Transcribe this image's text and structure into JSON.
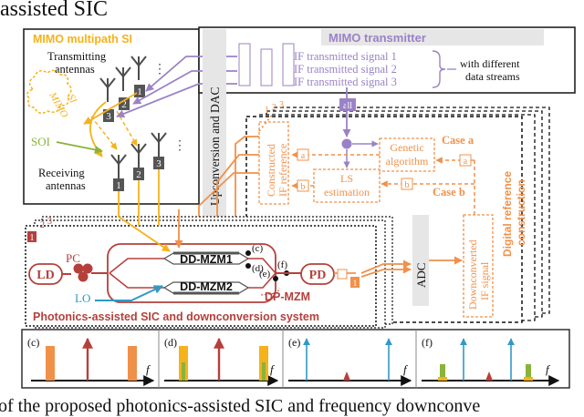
{
  "header": {
    "title_fragment": "assisted SIC"
  },
  "footer": {
    "caption_fragment": "of the proposed photonics-assisted SIC and frequency downconve"
  },
  "mimo_si": {
    "title": "MIMO multipath SI",
    "tx_antennas_label_1": "Transmitting",
    "tx_antennas_label_2": "antennas",
    "rx_antennas_label_1": "Receiving",
    "rx_antennas_label_2": "antennas",
    "cloud_label_1": "MIMO",
    "cloud_label_2": "SI",
    "soi_label": "SOI",
    "tx_numbers": [
      "1",
      "2",
      "3"
    ],
    "rx_numbers": [
      "1",
      "2",
      "3"
    ],
    "dots": "⋮"
  },
  "mimo_tx": {
    "title": "MIMO transmitter",
    "signals": [
      "IF transmitted signal 1",
      "IF transmitted signal 2",
      "IF transmitted signal 3"
    ],
    "note_1": "with different",
    "note_2": "data streams",
    "upconversion_label": "Upconversion and DAC",
    "all_tag": "all"
  },
  "digital": {
    "section_label_1": "Digital reference",
    "section_label_2": "construction",
    "constructed_ref_1": "Constructed",
    "constructed_ref_2": "IF reference",
    "genetic_1": "Genetic",
    "genetic_2": "algorithm",
    "ls_1": "LS",
    "ls_2": "estimation",
    "case_a": "Case a",
    "case_b": "Case b",
    "tag_a": "a",
    "tag_b": "b",
    "downconverted_1": "Downconverted",
    "downconverted_2": "IF signal",
    "stack_numbers": [
      "1",
      "2",
      "3"
    ]
  },
  "photonics": {
    "system_label": "Photonics-assisted SIC and downconversion system",
    "ld": "LD",
    "pc": "PC",
    "lo": "LO",
    "pd": "PD",
    "mzm1": "DD-MZM1",
    "mzm2": "DD-MZM2",
    "dp_mzm": "DP-MZM",
    "adc": "ADC",
    "point_c": "(c)",
    "point_d": "(d)",
    "point_e": "(e)",
    "point_f": "(f)",
    "stack_numbers": [
      "1",
      "2",
      "3"
    ],
    "pd_tag": "1"
  },
  "spectra": {
    "panels": [
      "(c)",
      "(d)",
      "(e)",
      "(f)"
    ],
    "axis_label": "f"
  },
  "colors": {
    "yellow": "#f5b21b",
    "purple": "#9b82c6",
    "orange": "#f0914a",
    "red": "#b5403b",
    "blue": "#2f9ac6",
    "green": "#8ab339",
    "gray": "#4d4d4d"
  }
}
